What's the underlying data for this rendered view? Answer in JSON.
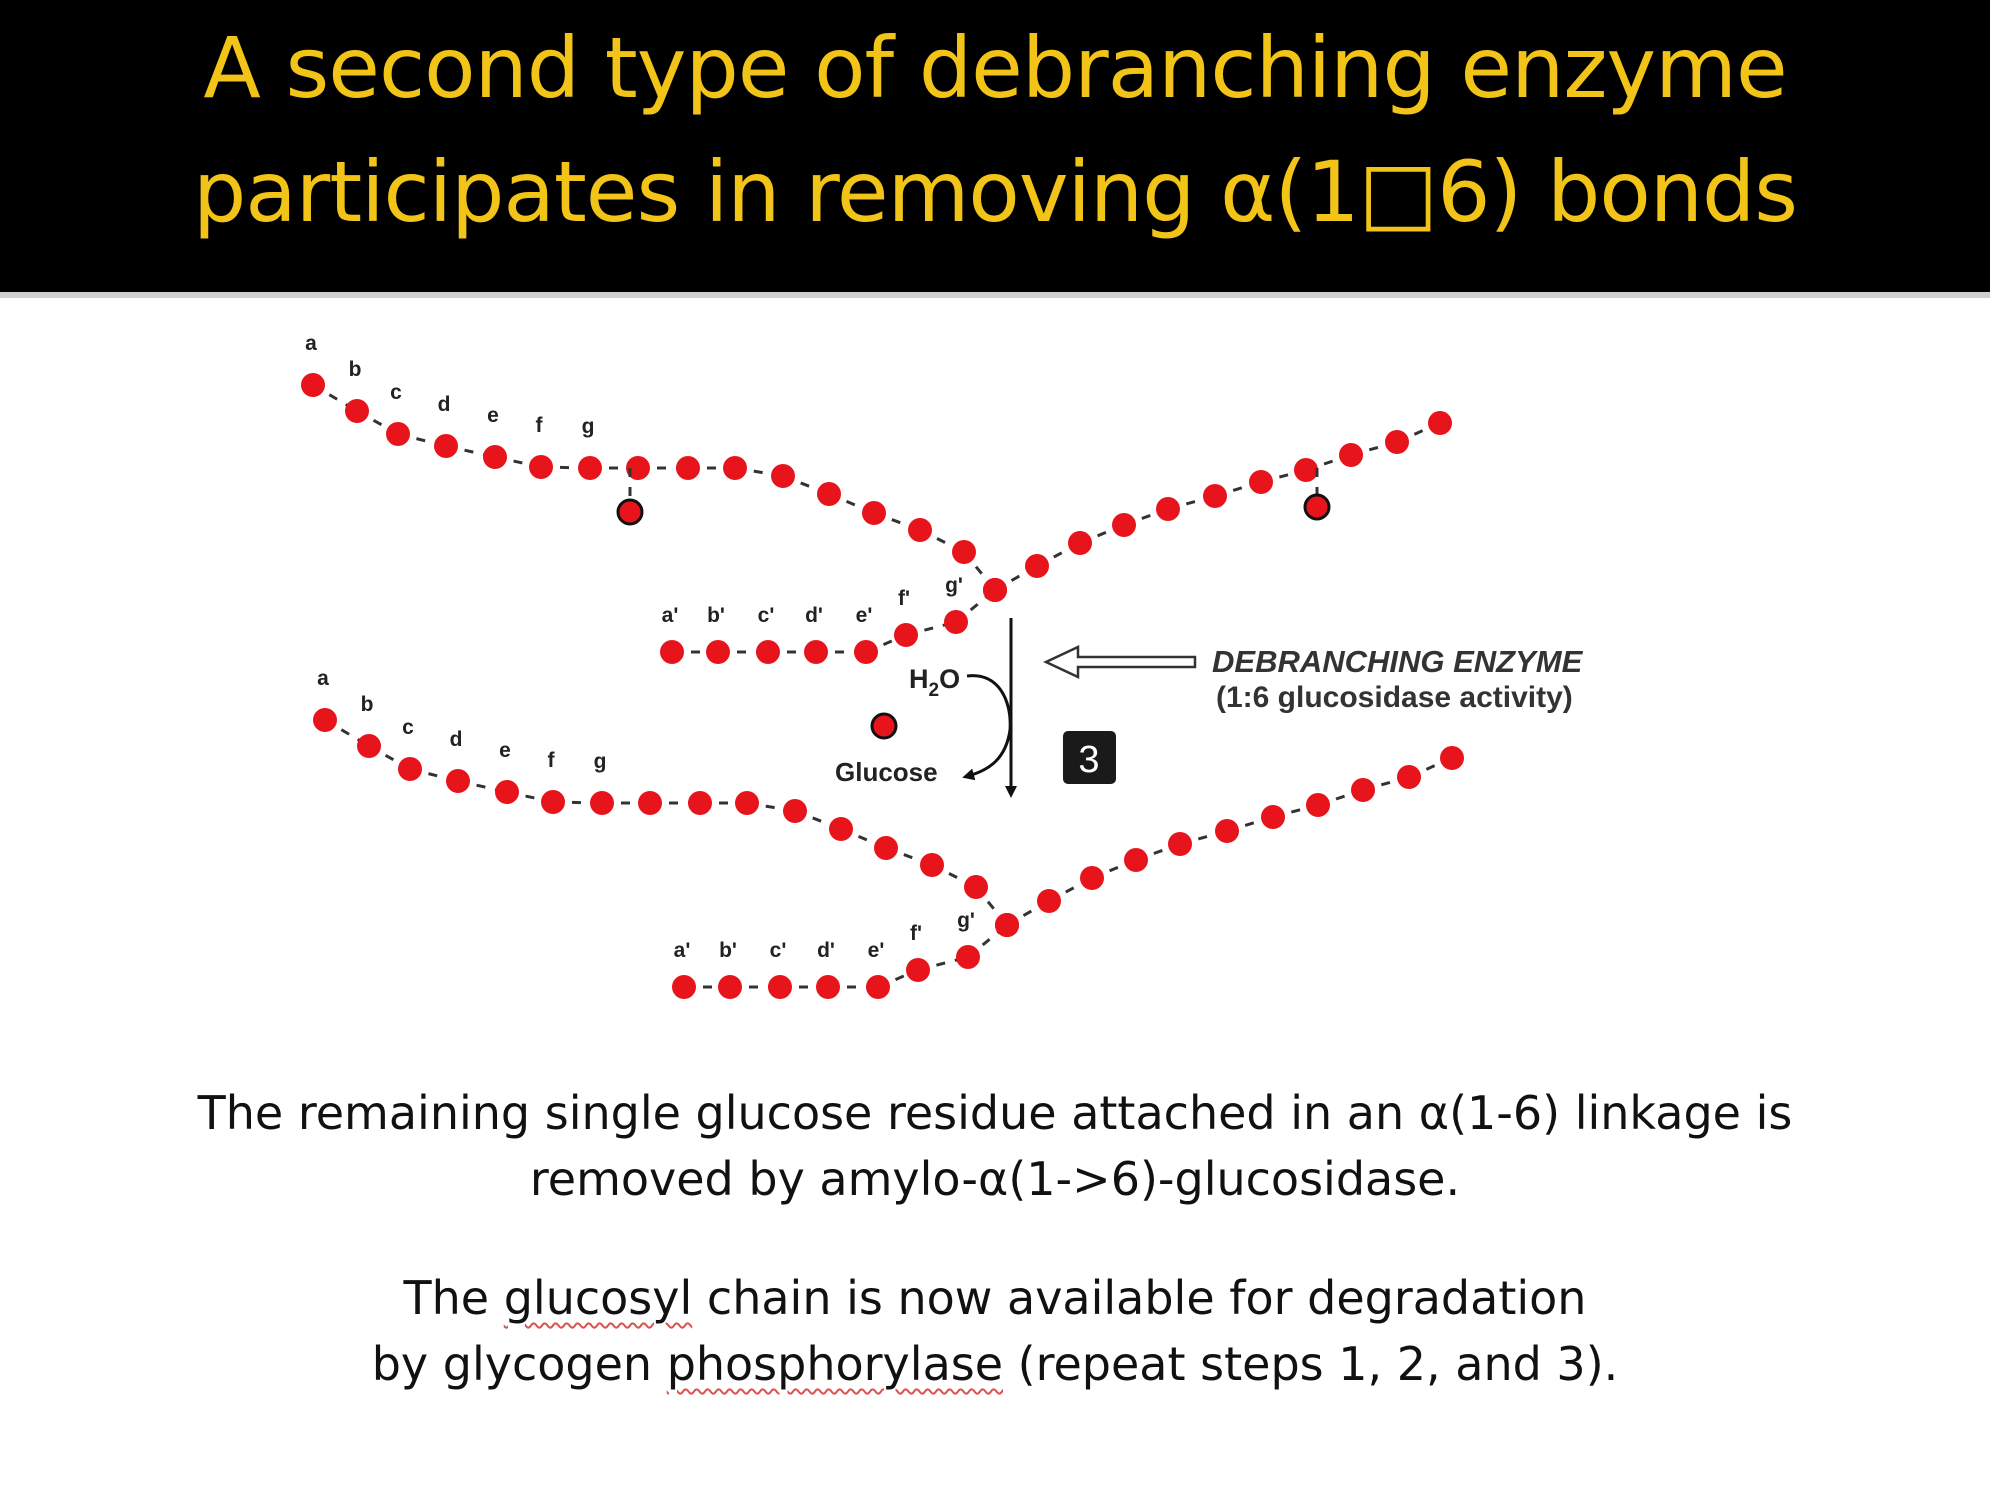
{
  "title": {
    "line1": "A second type of debranching enzyme",
    "line2": "participates in removing α(1□6) bonds"
  },
  "diagram": {
    "top_chain_labels": [
      "a",
      "b",
      "c",
      "d",
      "e",
      "f",
      "g"
    ],
    "branch_labels": [
      "a'",
      "b'",
      "c'",
      "d'",
      "e'",
      "f'",
      "g'"
    ],
    "water_label_main": "H",
    "water_label_sub": "2",
    "water_label_end": "O",
    "glucose_label": "Glucose",
    "enzyme_name": "DEBRANCHING ENZYME",
    "enzyme_activity": "(1:6 glucosidase activity)",
    "step_number": "3",
    "colors": {
      "residue": "#e8141c",
      "residue_outline": "#111111",
      "bond": "#333333",
      "step_box": "#1a1a1a"
    }
  },
  "text": {
    "para1_line1": "The remaining single glucose residue attached in an α(1-6) linkage is",
    "para1_line2": "removed by amylo-α(1->6)-glucosidase.",
    "para2_line1_pre": "The ",
    "para2_line1_word": "glucosyl",
    "para2_line1_post": " chain is now available for degradation",
    "para2_line2_pre": "by glycogen ",
    "para2_line2_word": "phosphorylase",
    "para2_line2_post": " (repeat steps 1, 2, and 3)."
  }
}
